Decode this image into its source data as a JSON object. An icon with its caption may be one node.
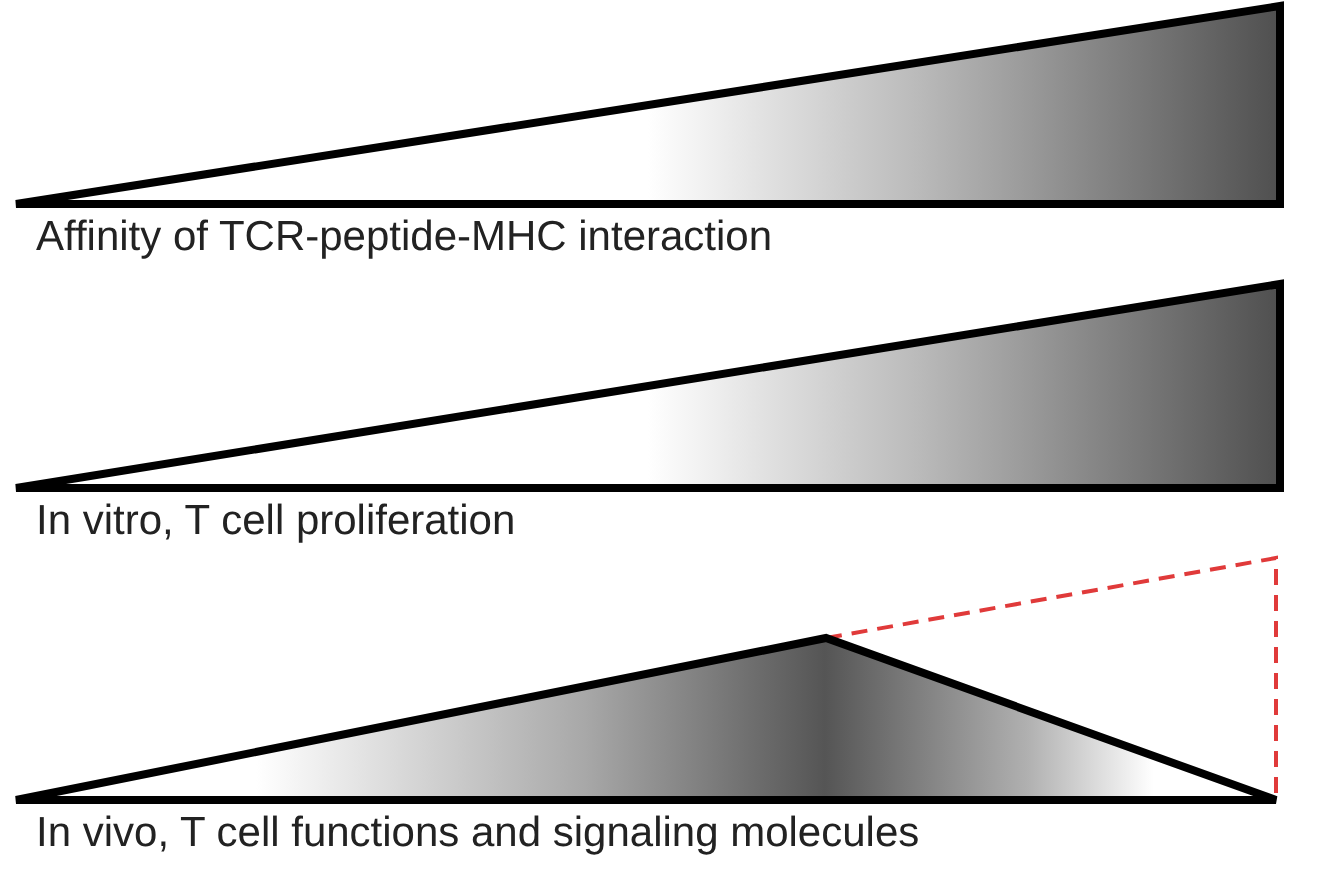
{
  "diagram": {
    "nodes": [
      {
        "text": [
          "Affinity of TCR-peptide-MHC interaction"
        ]
      },
      {
        "text": [
          "In vitro, T cell proliferation"
        ]
      },
      {
        "text": [
          "In vivo, T cell functions and signaling molecules"
        ]
      }
    ]
  }
}
